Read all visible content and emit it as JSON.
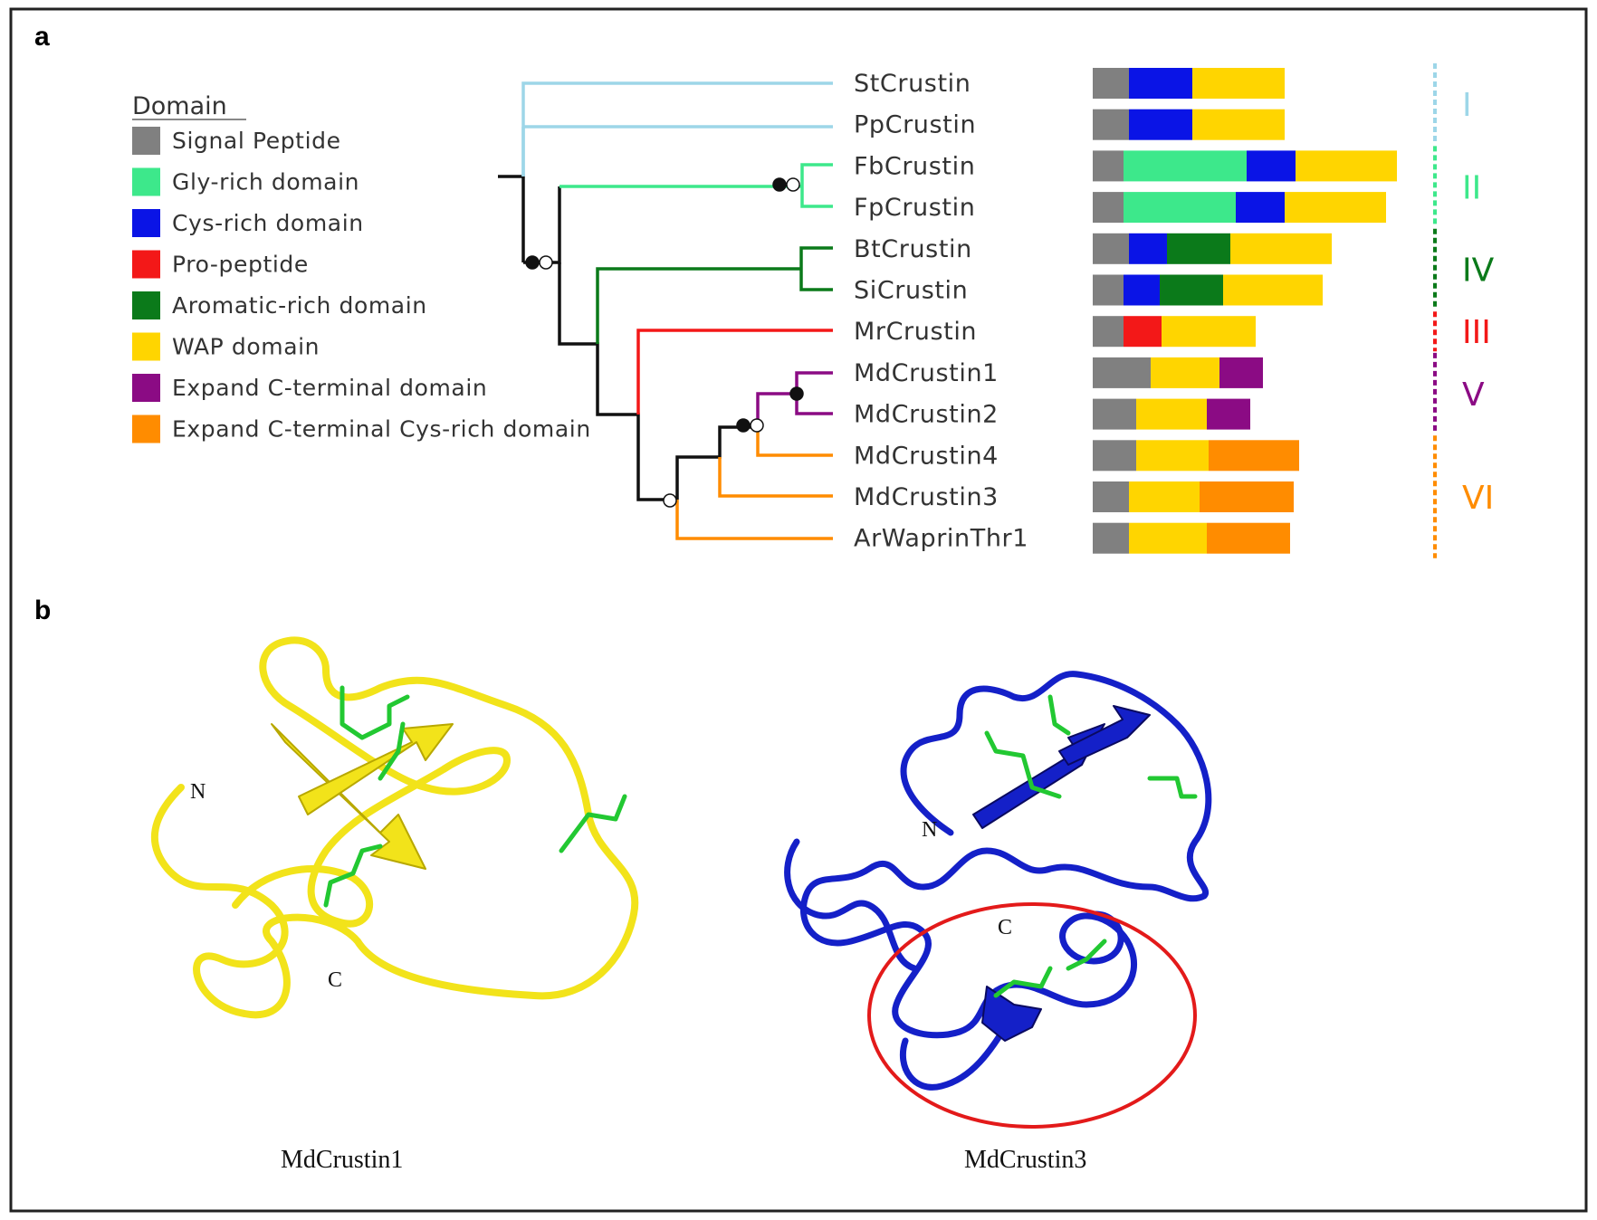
{
  "panels": {
    "a": "a",
    "b": "b"
  },
  "legend": {
    "title": "Domain",
    "items": [
      {
        "label": "Signal Peptide",
        "color": "#808080"
      },
      {
        "label": "Gly-rich domain",
        "color": "#3de88b"
      },
      {
        "label": "Cys-rich domain",
        "color": "#0a14e6"
      },
      {
        "label": "Pro-peptide",
        "color": "#f31818"
      },
      {
        "label": "Aromatic-rich domain",
        "color": "#0b7a1a"
      },
      {
        "label": "WAP domain",
        "color": "#ffd500"
      },
      {
        "label": "Expand C-terminal domain",
        "color": "#8b0b84"
      },
      {
        "label": "Expand C-terminal Cys-rich domain",
        "color": "#ff8c00"
      }
    ]
  },
  "taxa": [
    {
      "name": "StCrustin",
      "domains": [
        [
          "signal",
          40
        ],
        [
          "cys",
          70
        ],
        [
          "wap",
          102
        ]
      ]
    },
    {
      "name": "PpCrustin",
      "domains": [
        [
          "signal",
          40
        ],
        [
          "cys",
          70
        ],
        [
          "wap",
          102
        ]
      ]
    },
    {
      "name": "FbCrustin",
      "domains": [
        [
          "signal",
          34
        ],
        [
          "gly",
          136
        ],
        [
          "cys",
          54
        ],
        [
          "wap",
          112
        ]
      ]
    },
    {
      "name": "FpCrustin",
      "domains": [
        [
          "signal",
          34
        ],
        [
          "gly",
          124
        ],
        [
          "cys",
          54
        ],
        [
          "wap",
          112
        ]
      ]
    },
    {
      "name": "BtCrustin",
      "domains": [
        [
          "signal",
          40
        ],
        [
          "cys",
          42
        ],
        [
          "aromatic",
          70
        ],
        [
          "wap",
          112
        ]
      ]
    },
    {
      "name": "SiCrustin",
      "domains": [
        [
          "signal",
          34
        ],
        [
          "cys",
          40
        ],
        [
          "aromatic",
          70
        ],
        [
          "wap",
          110
        ]
      ]
    },
    {
      "name": "MrCrustin",
      "domains": [
        [
          "signal",
          34
        ],
        [
          "propep",
          42
        ],
        [
          "wap",
          104
        ]
      ]
    },
    {
      "name": "MdCrustin1",
      "domains": [
        [
          "signal",
          64
        ],
        [
          "wap",
          76
        ],
        [
          "expc",
          48
        ]
      ]
    },
    {
      "name": "MdCrustin2",
      "domains": [
        [
          "signal",
          48
        ],
        [
          "wap",
          78
        ],
        [
          "expc",
          48
        ]
      ]
    },
    {
      "name": "MdCrustin4",
      "domains": [
        [
          "signal",
          48
        ],
        [
          "wap",
          80
        ],
        [
          "expccys",
          100
        ]
      ]
    },
    {
      "name": "MdCrustin3",
      "domains": [
        [
          "signal",
          40
        ],
        [
          "wap",
          78
        ],
        [
          "expccys",
          104
        ]
      ]
    },
    {
      "name": "ArWaprinThr1",
      "domains": [
        [
          "signal",
          40
        ],
        [
          "wap",
          86
        ],
        [
          "expccys",
          92
        ]
      ]
    }
  ],
  "domain_colors": {
    "signal": "#808080",
    "gly": "#3de88b",
    "cys": "#0a14e6",
    "propep": "#f31818",
    "aromatic": "#0b7a1a",
    "wap": "#ffd500",
    "expc": "#8b0b84",
    "expccys": "#ff8c00"
  },
  "clades": [
    {
      "label": "I",
      "color": "#9dd6e8",
      "rows": [
        0,
        1
      ]
    },
    {
      "label": "II",
      "color": "#3de88b",
      "rows": [
        2,
        3
      ]
    },
    {
      "label": "IV",
      "color": "#0b7a1a",
      "rows": [
        4,
        5
      ]
    },
    {
      "label": "III",
      "color": "#f31818",
      "rows": [
        6,
        6
      ]
    },
    {
      "label": "V",
      "color": "#8b0b84",
      "rows": [
        7,
        8
      ]
    },
    {
      "label": "VI",
      "color": "#ff8c00",
      "rows": [
        9,
        11
      ]
    }
  ],
  "structures": {
    "left": {
      "name": "MdCrustin1",
      "n_label": "N",
      "c_label": "C",
      "color": "#f2e31a"
    },
    "right": {
      "name": "MdCrustin3",
      "n_label": "N",
      "c_label": "C",
      "color": "#1420c8"
    },
    "disulfide_color": "#22c832",
    "highlight_color": "#e31a1a"
  }
}
